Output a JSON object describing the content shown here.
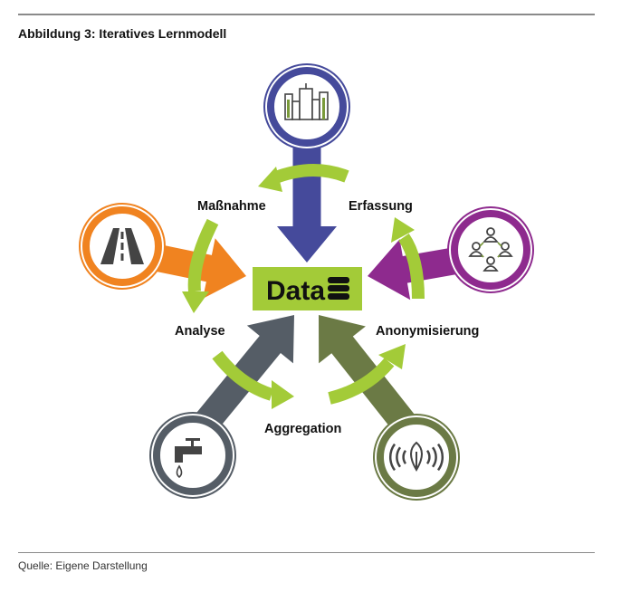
{
  "figure": {
    "title": "Abbildung 3: Iteratives Lernmodell",
    "source": "Quelle: Eigene Darstellung"
  },
  "center": {
    "label": "Data",
    "icon": "database-icon"
  },
  "sources": [
    {
      "id": "city",
      "icon": "city-buildings-icon",
      "color": "#454a9b"
    },
    {
      "id": "road",
      "icon": "road-icon",
      "color": "#f08320"
    },
    {
      "id": "people",
      "icon": "people-network-icon",
      "color": "#8e2a8e"
    },
    {
      "id": "water",
      "icon": "water-tap-icon",
      "color": "#555d66"
    },
    {
      "id": "environment",
      "icon": "leaf-signal-icon",
      "color": "#6b7a45"
    }
  ],
  "cycle": {
    "color": "#a3cb38",
    "steps": [
      "Erfassung",
      "Maßnahme",
      "Analyse",
      "Aggregation",
      "Anonymisierung"
    ]
  }
}
